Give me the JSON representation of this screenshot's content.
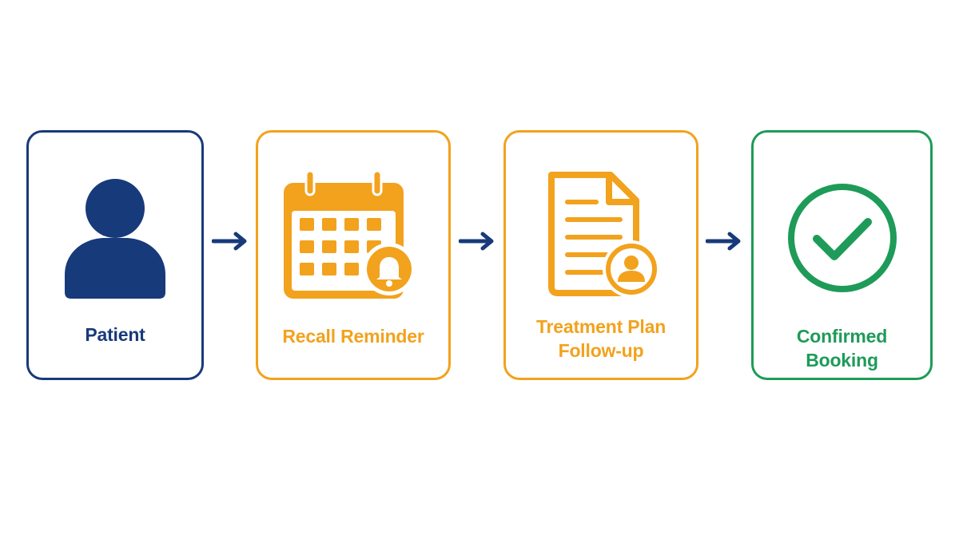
{
  "colors": {
    "navy": "#173a7a",
    "orange": "#f2a21d",
    "green": "#1e9b58"
  },
  "steps": [
    {
      "id": "patient",
      "label_lines": [
        "Patient"
      ],
      "icon": "person-icon",
      "color": "#173a7a"
    },
    {
      "id": "recall-reminder",
      "label_lines": [
        "Recall Reminder"
      ],
      "icon": "calendar-bell-icon",
      "color": "#f2a21d"
    },
    {
      "id": "treatment-plan-follow-up",
      "label_lines": [
        "Treatment Plan",
        "Follow-up"
      ],
      "icon": "document-person-icon",
      "color": "#f2a21d"
    },
    {
      "id": "confirmed-booking",
      "label_lines": [
        "Confirmed Booking"
      ],
      "icon": "check-circle-icon",
      "color": "#1e9b58"
    }
  ],
  "connectors": [
    "arrow-right-icon",
    "arrow-right-icon",
    "arrow-right-icon"
  ]
}
